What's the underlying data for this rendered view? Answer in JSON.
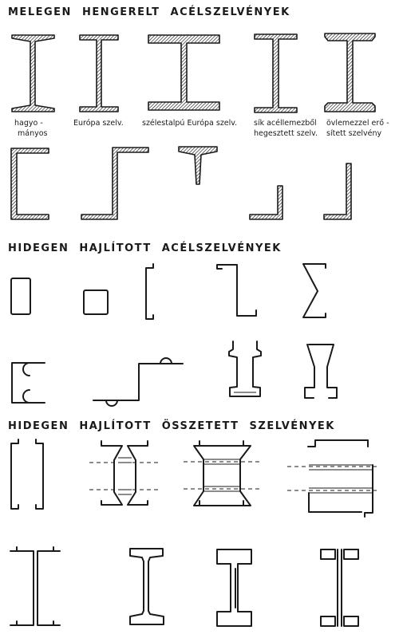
{
  "headings": {
    "hot_rolled": "MELEGEN HENGERELT ACÉLSZELVÉNYEK",
    "cold_formed": "HIDEGEN HAJLÍTOTT ACÉLSZELVÉNYEK",
    "cold_formed_built_up": "HIDEGEN HAJLÍTOTT ÖSSZETETT SZELVÉNYEK"
  },
  "captions": {
    "traditional_line1": "hagyo -",
    "traditional_line2": "mányos",
    "european": "Európa szelv.",
    "wide_flange": "szélestalpú Európa szelv.",
    "welded_line1": "sík acéllemezből",
    "welded_line2": "hegesztett szelv.",
    "reinforced_line1": "övlemezzel erő -",
    "reinforced_line2": "sített szelvény"
  },
  "colors": {
    "ink": "#1a1a1a",
    "paper": "#ffffff"
  }
}
